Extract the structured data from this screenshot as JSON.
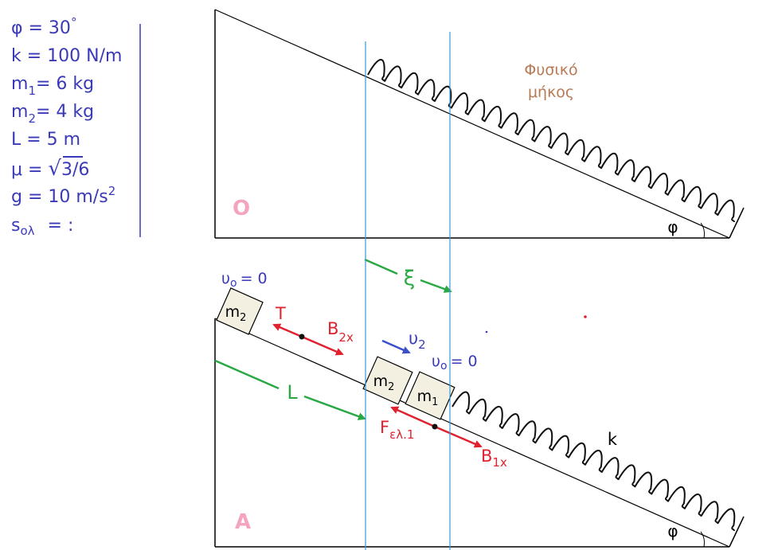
{
  "colors": {
    "text_blue": "#3a3ab8",
    "force_red": "#e0222e",
    "distance_green": "#2aa844",
    "velocity_blue": "#3a4fcc",
    "state_label_pink": "#f4a3c0",
    "natural_length_brown": "#b87a55",
    "guide_lines": "#3a98d0",
    "block_fill": "#f3f0e2"
  },
  "givens": {
    "phi_line": "φ = 30",
    "degree_mark": "°",
    "k_line": "k = 100 N/m",
    "m1": {
      "sym": "m",
      "sub": "1",
      "rest": "= 6 kg"
    },
    "m2": {
      "sym": "m",
      "sub": "2",
      "rest": "= 4 kg"
    },
    "L_line": "L = 5 m",
    "mu": {
      "prefix": "μ = ",
      "root": "√",
      "radicand": "3",
      "suffix": "/6"
    },
    "g": {
      "base": "g = 10 m/s",
      "exp": "2"
    },
    "s": {
      "sym": "s",
      "sub": "ολ",
      "rest": "= :"
    }
  },
  "top_panel": {
    "state_label": "O",
    "natural_length_label": [
      "Φυσικό",
      "μήκος"
    ],
    "angle_label": "φ"
  },
  "bottom_panel": {
    "state_label": "A",
    "v0_left": {
      "sym": "υ",
      "sub": "o",
      "rest": "= 0"
    },
    "v0_right": {
      "sym": "υ",
      "sub": "o",
      "rest": "= 0"
    },
    "xi_label": "ξ",
    "T_label": "T",
    "B2x": {
      "sym": "B",
      "sub": "2x"
    },
    "v2": {
      "sym": "υ",
      "sub": "2"
    },
    "L_label": "L",
    "block_m2_top": {
      "sym": "m",
      "sub": "2"
    },
    "block_m2": {
      "sym": "m",
      "sub": "2"
    },
    "block_m1": {
      "sym": "m",
      "sub": "1"
    },
    "F_el": {
      "sym": "F",
      "sub": "ελ.1"
    },
    "B1x": {
      "sym": "B",
      "sub": "1x"
    },
    "k_label": "k",
    "angle_label": "φ"
  }
}
